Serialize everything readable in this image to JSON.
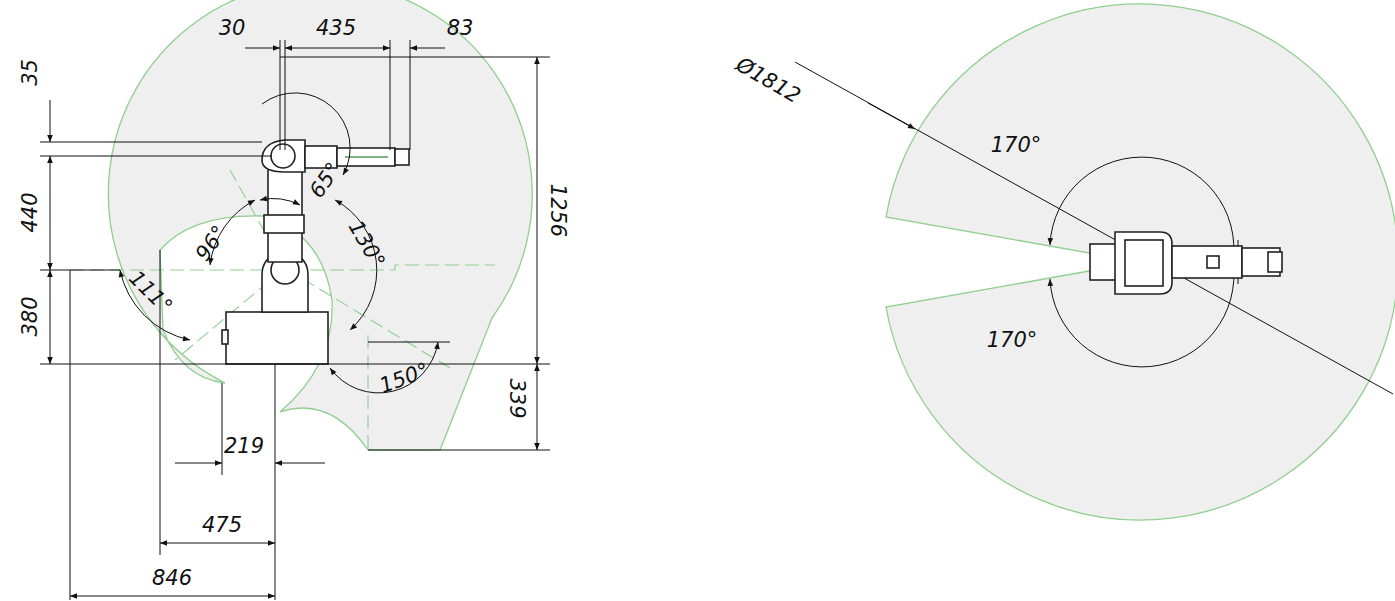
{
  "diagram": {
    "labels": [
      "30",
      "435",
      "83",
      "35",
      "440",
      "380",
      "1256",
      "339",
      "219",
      "475",
      "846",
      "96°",
      "65°",
      "130°",
      "111°",
      "150°",
      "Ø1812",
      "170°",
      "170°"
    ]
  }
}
